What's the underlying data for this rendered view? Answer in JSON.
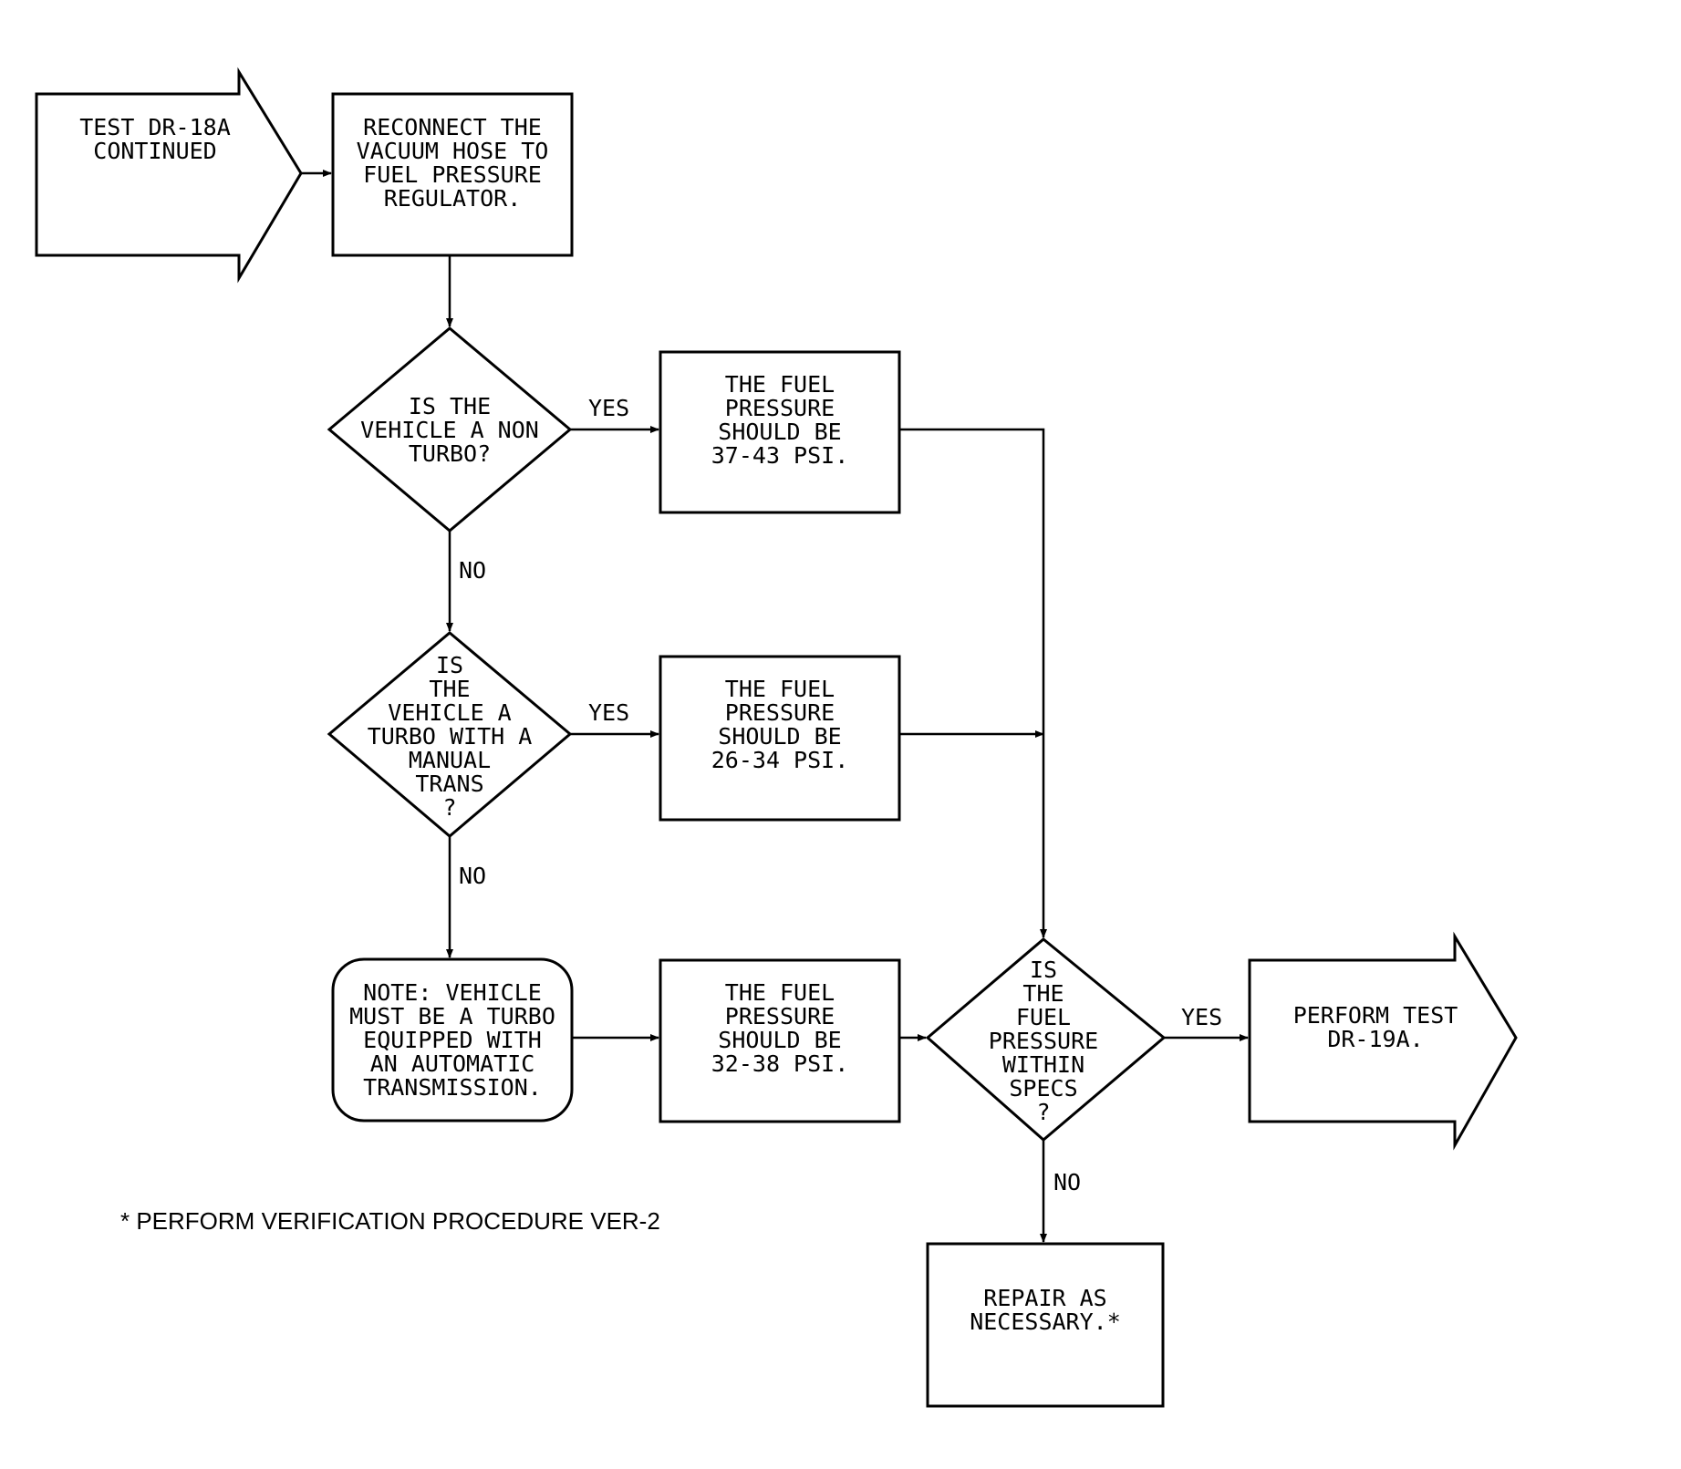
{
  "nodes": {
    "start": {
      "shape": "arrow",
      "lines": [
        "TEST DR-18A",
        "CONTINUED"
      ]
    },
    "reconnect": {
      "shape": "box",
      "lines": [
        "RECONNECT THE",
        "VACUUM HOSE TO",
        "FUEL PRESSURE",
        "REGULATOR."
      ]
    },
    "q_nonturbo": {
      "shape": "diamond",
      "lines": [
        "IS THE",
        "VEHICLE A NON",
        "TURBO?"
      ]
    },
    "spec_nonturbo": {
      "shape": "box",
      "lines": [
        "THE FUEL",
        "PRESSURE",
        "SHOULD BE",
        "37-43 PSI."
      ]
    },
    "q_turbo_manual": {
      "shape": "diamond",
      "lines": [
        "IS",
        "THE",
        "VEHICLE A",
        "TURBO WITH A",
        "MANUAL",
        "TRANS",
        "?"
      ]
    },
    "spec_turbo_manual": {
      "shape": "box",
      "lines": [
        "THE FUEL",
        "PRESSURE",
        "SHOULD BE",
        "26-34 PSI."
      ]
    },
    "note_auto": {
      "shape": "rounded",
      "lines": [
        "NOTE: VEHICLE",
        "MUST BE A TURBO",
        "EQUIPPED WITH",
        "AN AUTOMATIC",
        "TRANSMISSION."
      ]
    },
    "spec_auto": {
      "shape": "box",
      "lines": [
        "THE FUEL",
        "PRESSURE",
        "SHOULD BE",
        "32-38 PSI."
      ]
    },
    "q_within": {
      "shape": "diamond",
      "lines": [
        "IS",
        "THE",
        "FUEL",
        "PRESSURE",
        "WITHIN",
        "SPECS",
        "?"
      ]
    },
    "perform": {
      "shape": "arrow",
      "lines": [
        "PERFORM TEST",
        "DR-19A."
      ]
    },
    "repair": {
      "shape": "box",
      "lines": [
        "REPAIR AS",
        "NECESSARY.*"
      ]
    }
  },
  "edge_labels": {
    "yes_nonturbo": "YES",
    "no_nonturbo": "NO",
    "yes_turbo_manual": "YES",
    "no_turbo_manual": "NO",
    "yes_within": "YES",
    "no_within": "NO"
  },
  "footnote": "* PERFORM VERIFICATION PROCEDURE VER-2"
}
